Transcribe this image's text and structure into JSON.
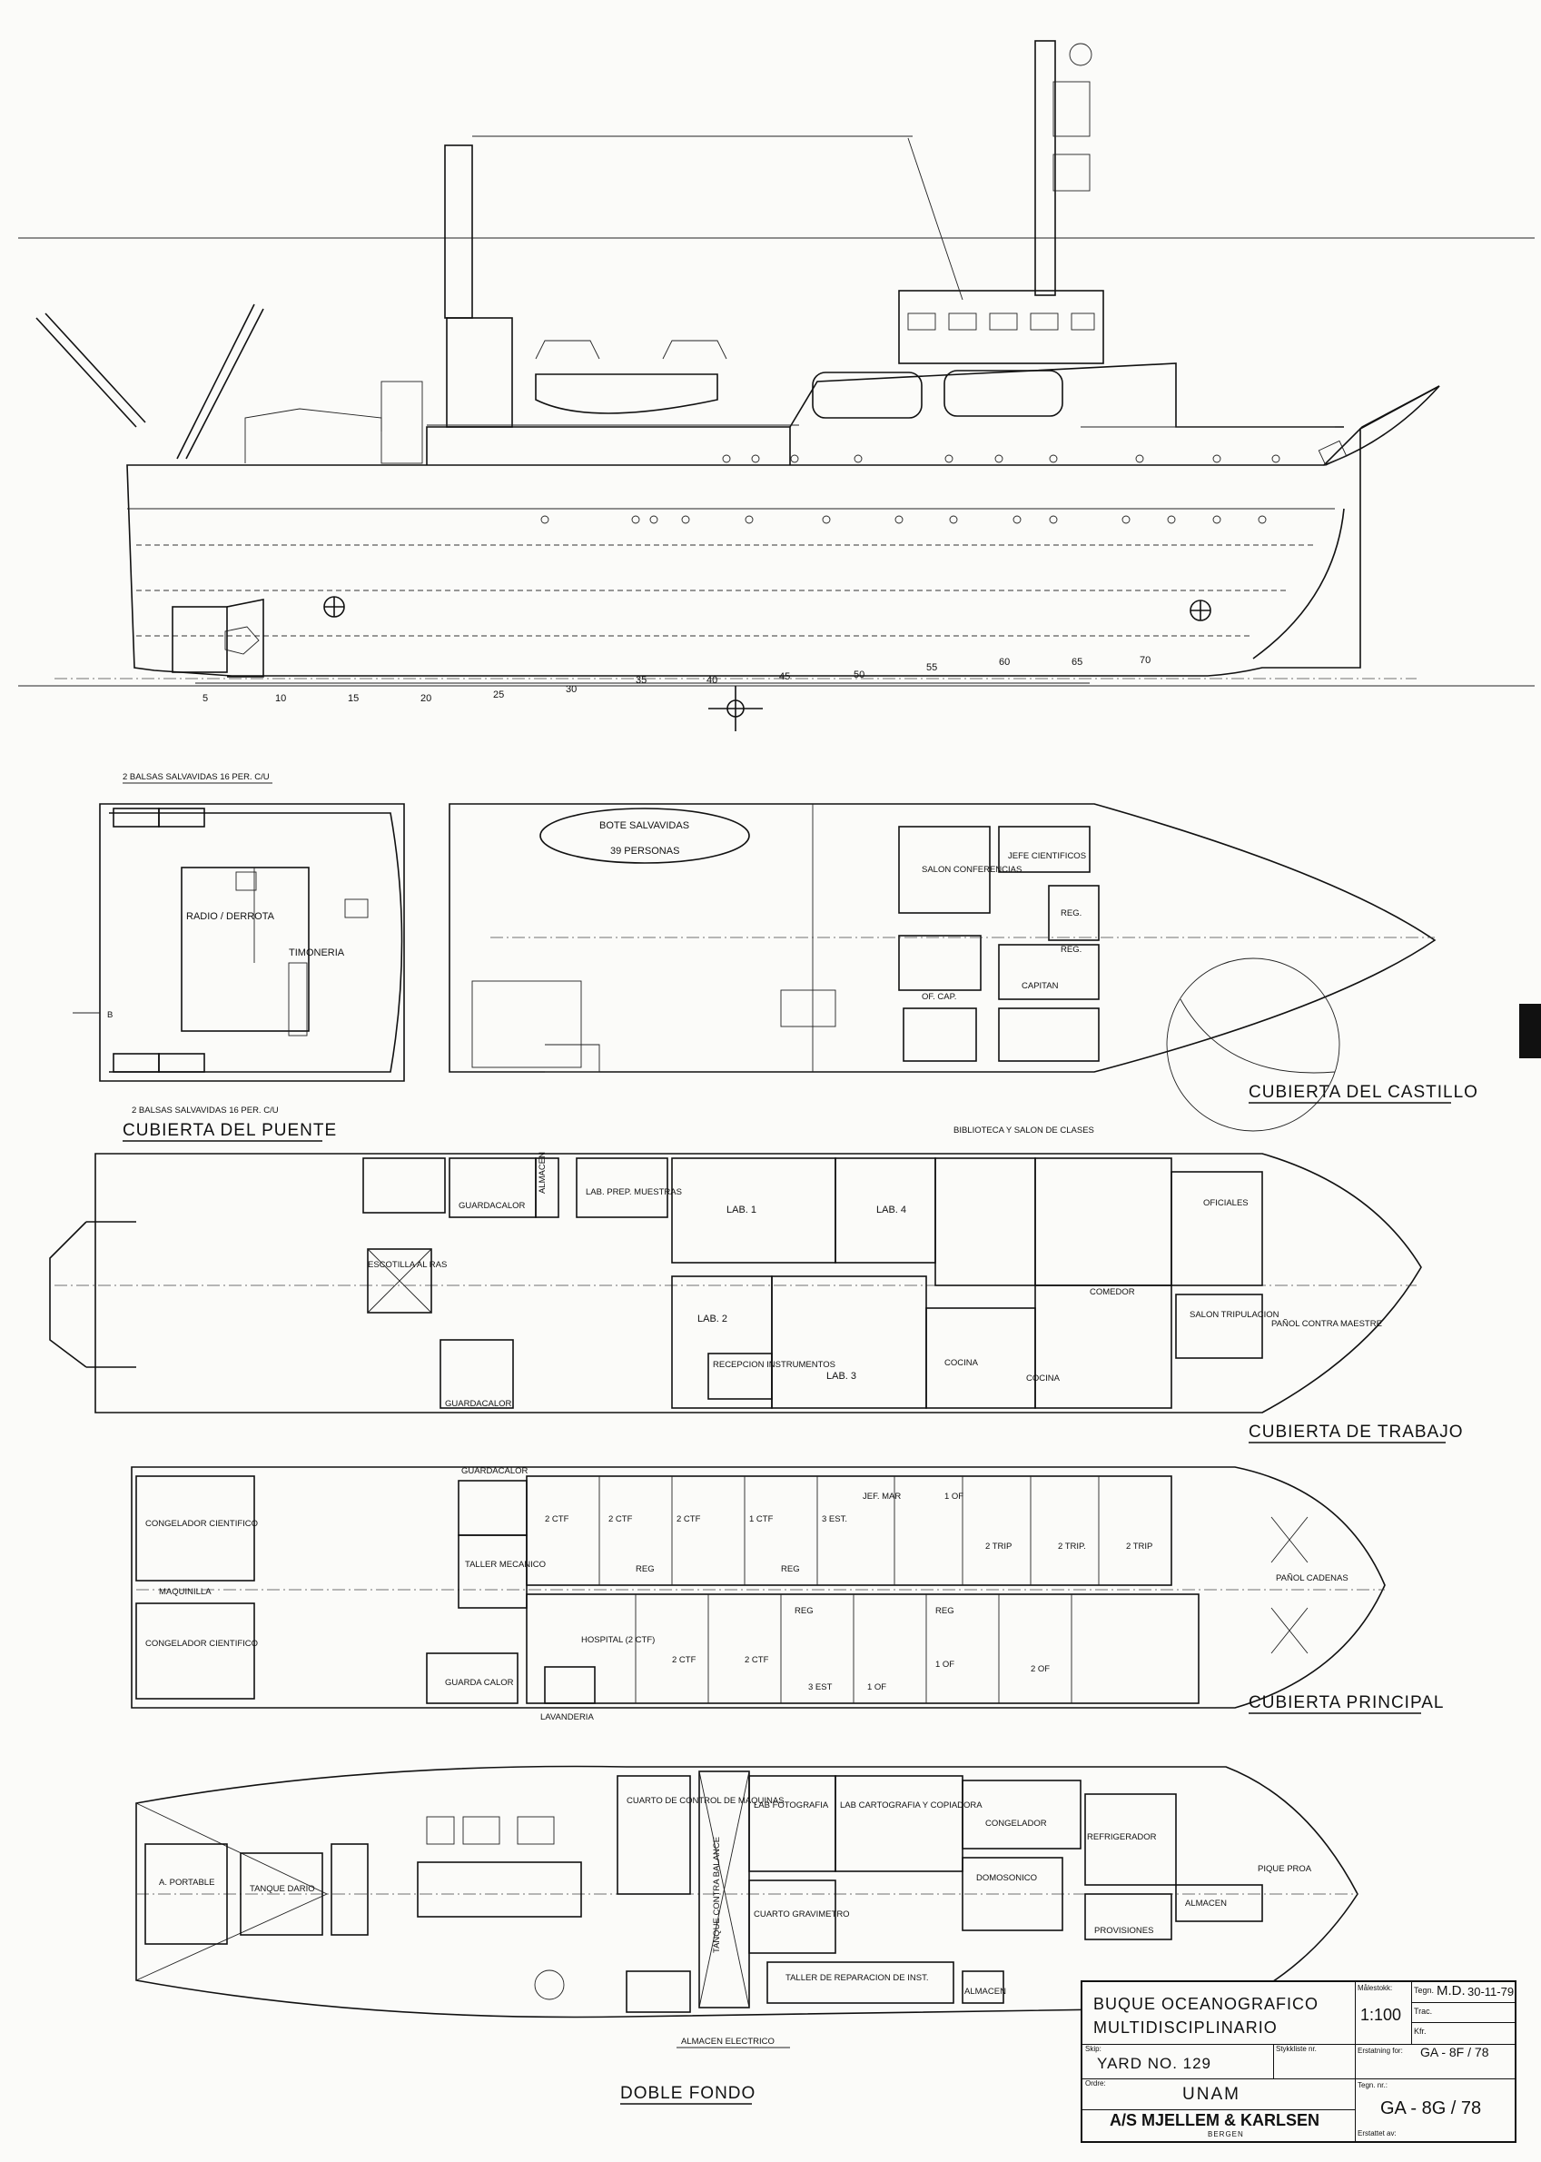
{
  "profile": {
    "frame_numbers": [
      "5",
      "10",
      "15",
      "20",
      "25",
      "30",
      "35",
      "40",
      "45",
      "50",
      "55",
      "60",
      "65",
      "70"
    ]
  },
  "decks": {
    "puente": {
      "title": "CUBIERTA DEL PUENTE",
      "rafts_top": "2 BALSAS SALVAVIDAS 16 PER. C/U",
      "rafts_bottom": "2 BALSAS SALVAVIDAS 16 PER. C/U",
      "rooms": [
        "RADIO / DERROTA",
        "TIMONERIA"
      ]
    },
    "castillo": {
      "title": "CUBIERTA DEL CASTILLO",
      "lifeboat": "BOTE SALVAVIDAS",
      "lifeboat_capacity": "39 PERSONAS",
      "rooms": [
        "SALON CONFERENCIAS",
        "JEFE CIENTIFICOS",
        "REG.",
        "REG.",
        "OF. CAP.",
        "CAPITAN"
      ]
    },
    "trabajo": {
      "title": "CUBIERTA DE TRABAJO",
      "top_label": "BIBLIOTECA Y SALON DE CLASES",
      "rooms": [
        "GUARDACALOR",
        "ALMACEN",
        "LAB. PREP. MUESTRAS",
        "LAB. 1",
        "LAB. 4",
        "OFICIALES",
        "ESCOTILLA AL RAS",
        "LAB. 2",
        "COMEDOR",
        "SALON TRIPULACION",
        "PAÑOL CONTRA MAESTRE",
        "RECEPCION INSTRUMENTOS",
        "LAB. 3",
        "COCINA",
        "COCINA",
        "GUARDACALOR"
      ]
    },
    "principal": {
      "title": "CUBIERTA PRINCIPAL",
      "rooms": [
        "GUARDACALOR",
        "CONGELADOR CIENTIFICO",
        "MAQUINILLA",
        "CONGELADOR CIENTIFICO",
        "TALLER MECANICO",
        "GUARDA CALOR",
        "LAVANDERIA",
        "2 CTF",
        "2 CTF",
        "2 CTF",
        "1 CTF",
        "3 EST.",
        "JEF. MAR",
        "1 OF",
        "2 TRIP",
        "2 TRIP.",
        "2 TRIP",
        "REG",
        "REG",
        "REG",
        "REG",
        "HOSPITAL (2 CTF)",
        "2 CTF",
        "2 CTF",
        "3 EST",
        "1 OF",
        "1 OF",
        "2 OF",
        "PAÑOL CADENAS"
      ]
    },
    "doble_fondo": {
      "title": "DOBLE FONDO",
      "rooms": [
        "A. PORTABLE",
        "TANQUE DARIO",
        "CUARTO DE CONTROL DE MAQUINAS",
        "TANQUE CONTRA BALANCE",
        "LAB FOTOGRAFIA",
        "LAB CARTOGRAFIA Y COPIADORA",
        "CONGELADOR",
        "REFRIGERADOR",
        "PIQUE PROA",
        "CUARTO GRAVIMETRO",
        "DOMOSONICO",
        "ALMACEN",
        "PROVISIONES",
        "TALLER DE REPARACION DE INST.",
        "ALMACEN",
        "ALMACEN ELECTRICO"
      ]
    }
  },
  "title_block": {
    "project_line1": "BUQUE OCEANOGRAFICO",
    "project_line2": "MULTIDISCIPLINARIO",
    "scale_label": "Målestokk:",
    "scale": "1:100",
    "tegn_label": "Tegn.",
    "tegn_value": "M.D.",
    "date": "30-11-79",
    "trac_label": "Trac.",
    "kfr_label": "Kfr.",
    "skip_label": "Skip:",
    "yard": "YARD NO. 129",
    "stykkliste_label": "Stykkliste nr.",
    "ordre_label": "Ordre:",
    "owner": "UNAM",
    "erstatning_label": "Erstatning for:",
    "erstatning_value": "GA - 8F / 78",
    "tegn_nr_label": "Tegn. nr.:",
    "drawing_no": "GA - 8G / 78",
    "builder": "A/S MJELLEM & KARLSEN",
    "builder_city": "BERGEN",
    "erstattet_label": "Erstattet av:"
  }
}
